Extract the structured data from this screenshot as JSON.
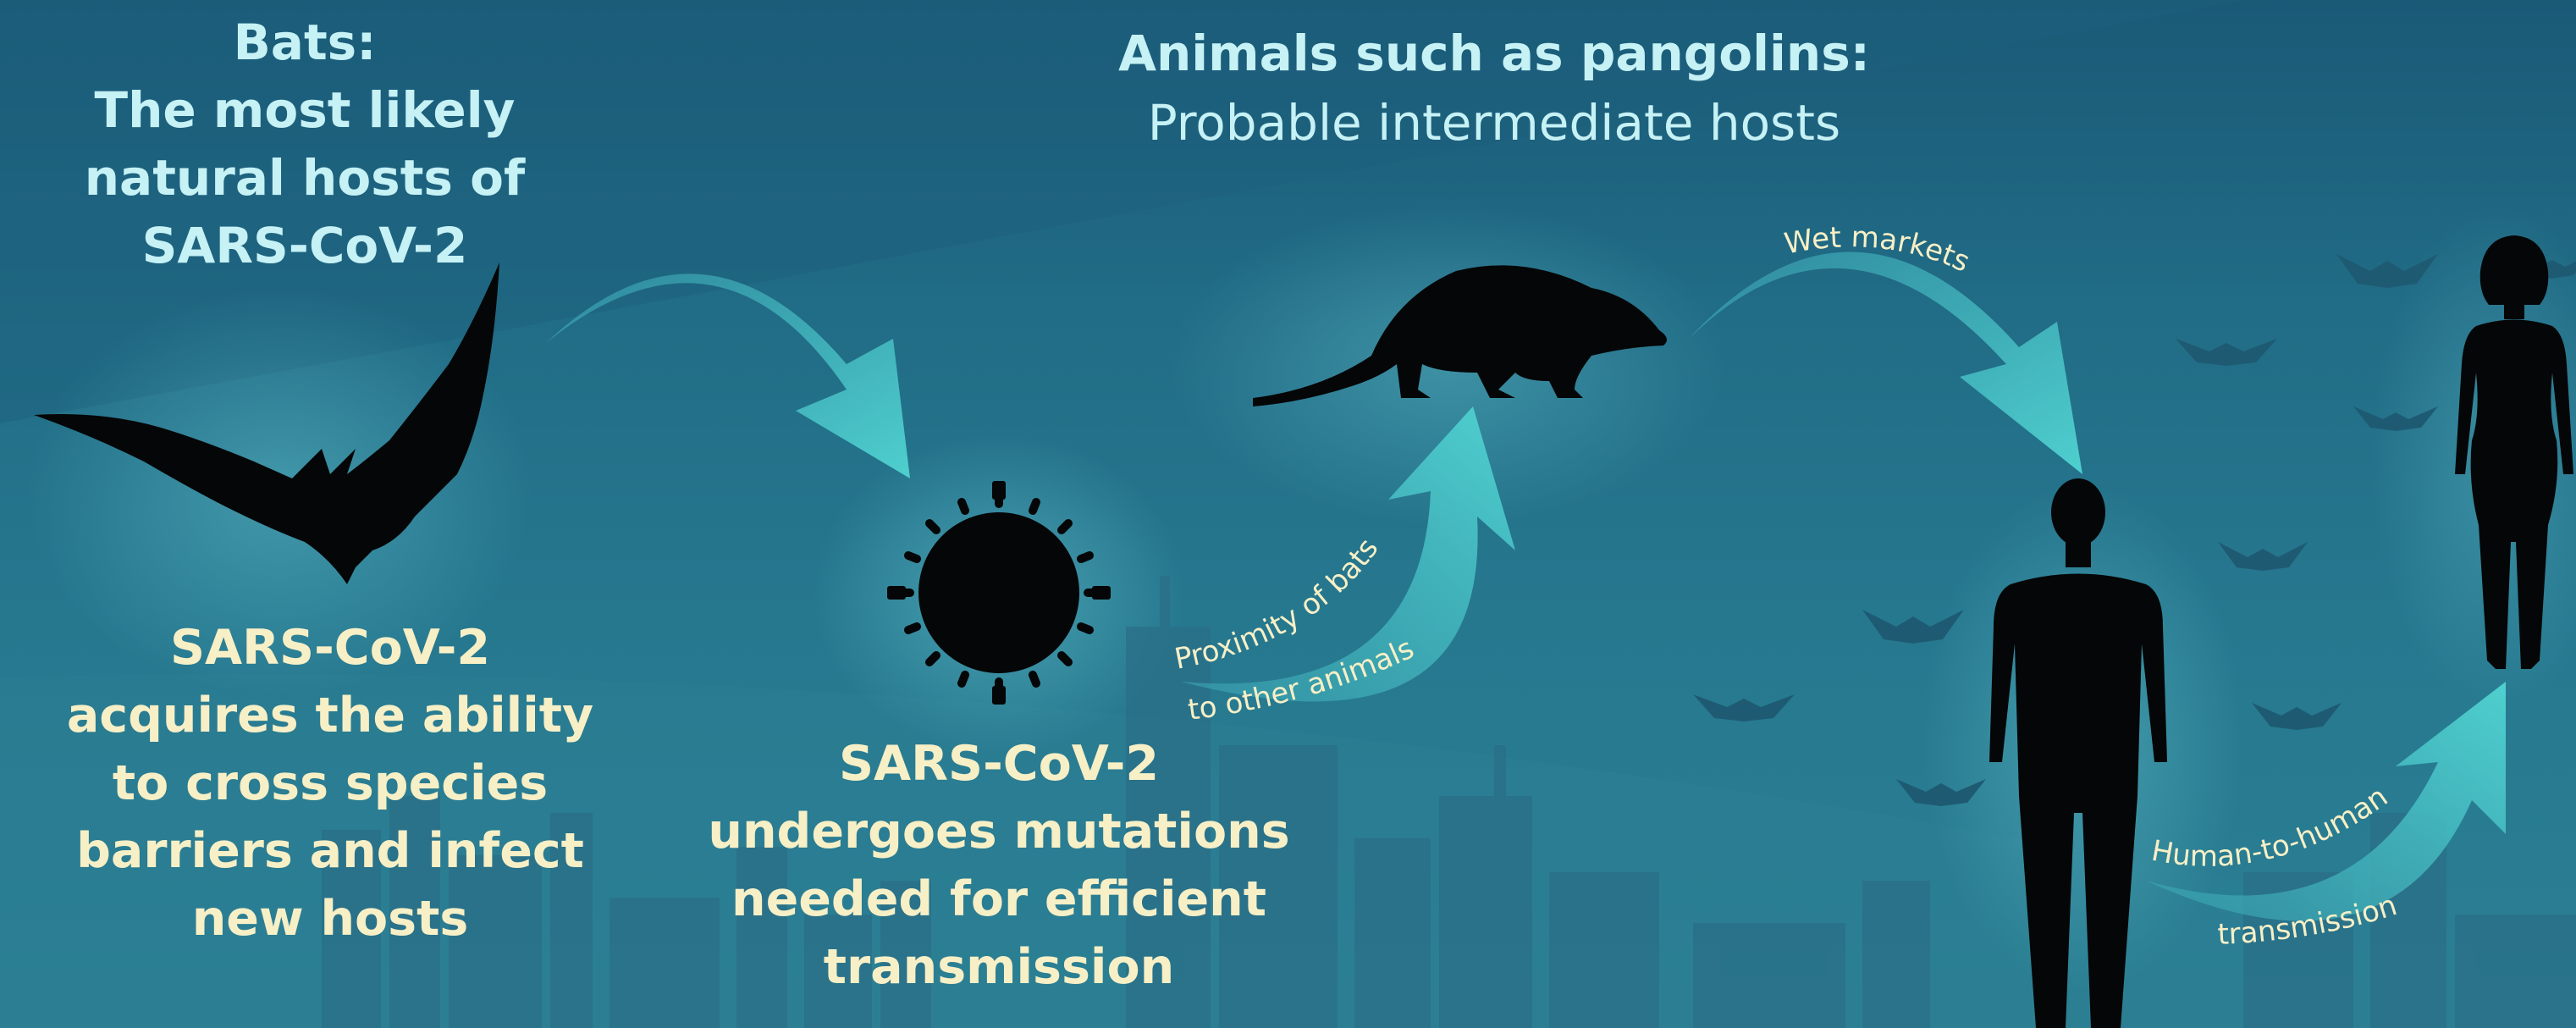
{
  "bats_title": {
    "lines": [
      "Bats:",
      "The most likely",
      "natural hosts of",
      "SARS-CoV-2"
    ]
  },
  "intermediate_title": {
    "lines": [
      "Animals such as pangolins:",
      "Probable intermediate hosts"
    ]
  },
  "bats_caption": {
    "lines": [
      "SARS-CoV-2",
      "acquires the ability",
      "to cross species",
      "barriers and infect",
      "new hosts"
    ]
  },
  "virus_caption": {
    "lines": [
      "SARS-CoV-2",
      "undergoes mutations",
      "needed for efficient",
      "transmission"
    ]
  },
  "arrow_labels": {
    "proximity_line1": "Proximity of bats",
    "proximity_line2": "to other animals",
    "wet_markets": "Wet markets",
    "human_line1": "Human-to-human",
    "human_line2": "transmission"
  },
  "colors": {
    "background_dark": "#1a5a77",
    "background_light": "#2b7f93",
    "title_text": "#c6f1f5",
    "caption_text": "#f7efc6",
    "arrow": "#4cc6c8",
    "silhouette": "#050607"
  }
}
